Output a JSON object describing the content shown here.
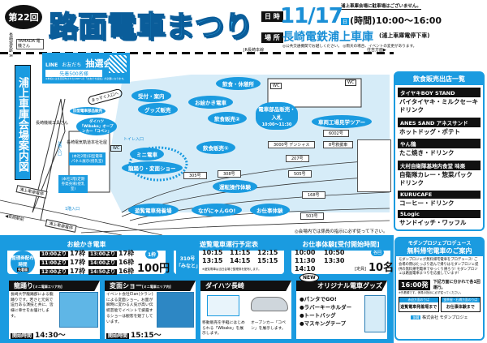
{
  "header": {
    "edition": "第22回",
    "title": "路面電車まつり",
    "side_label": "長崎電気軌道",
    "sponsor_logo": "YAMADA 電機さん",
    "parking_note": "浦上車庫会場に駐車場はございません。",
    "date_label": "日 時",
    "date": "11/17",
    "weekday": "日",
    "time": "(時間)10:00～16:00",
    "place_label": "場 所",
    "place": "長崎電鉄浦上車庫",
    "place_sub": "(浦上車庫電停下車)",
    "notes": "◎公共交通機関でお越しください。 ◎雨天の場合、イベントの変更があります。"
  },
  "map": {
    "banner": "浦上車庫会場案内図",
    "jr_line": "JR長崎本線",
    "to_sumiyoshi": "住吉方面▶",
    "to_nagasaki": "◀長崎駅前",
    "stop1": "浦上車庫電停",
    "stop2": "浦上車庫電停",
    "line": {
      "brand": "LINE",
      "sub": "お友だち",
      "title": "抽選会",
      "limit": "先着500名様",
      "note": "※参加には当日配布されたLINEへの「お友だち追加」が必要になります。"
    },
    "entrance_arrow": "まっすぐ入口へ",
    "places": {
      "reception": "受付・案内",
      "goods": "グッズ販売",
      "drawing": "お絵かき電車",
      "food_rest": "飲食・休憩所",
      "food2": "飲食販売②",
      "parts": "電車部品販売・入札",
      "parts_time": "10:00～11:30",
      "factory": "車両工場見学ツアー",
      "food1": "飲食販売①",
      "mini": "ミニ電車",
      "shows": "龍踊り・変面ショー",
      "driving": "運転操作体験",
      "tour_stop": "遊覧電車発着場",
      "naganyan": "ながにゃんGO!",
      "job": "お仕事体験",
      "old_parts": "旧型電車部品販売",
      "daihatsu": "ダイハツ「Wibako」オープンカー「コペン」",
      "toilet": "トイレ入口",
      "panel": "(本社2階)旧型電車パネル展示(授乳室)",
      "ticket": "(本社1階)定期券発売場(授乳室)",
      "entrance2": "2階入口",
      "entrance1": "1階入口",
      "wc": "WC",
      "company": "長崎電気軌道本社社屋",
      "shop": "長崎機械工具さん"
    },
    "cars": [
      "6002号",
      "3000号 デンシャス",
      "8号救援車",
      "207号",
      "505号",
      "308号",
      "168号",
      "503号",
      "305号"
    ],
    "caution": "◎会場内では係員の指示に必ず従って下さい。"
  },
  "shops": {
    "title": "飲食販売出店一覧",
    "items": [
      {
        "name": "タイヤキBOY STAND",
        "items": "バイタイヤキ・ミルクセーキ ドリンク"
      },
      {
        "name": "ANES SAND アネスサンド",
        "items": "ホットドッグ・ポテト"
      },
      {
        "name": "やん鶏",
        "items": "たこ焼き・ドリンク"
      },
      {
        "name": "大村自衛隊基地内食堂 味楽",
        "items": "自衛隊カレー・惣菜パック ドリンク"
      },
      {
        "name": "KURUCAFE",
        "items": "コーヒー・ドリンク"
      },
      {
        "name": "5Logic",
        "items": "サンドイッチ・ワッフル"
      }
    ]
  },
  "drawing": {
    "title": "お絵かき電車",
    "ticket_label": "整理券配布時間",
    "ticket_sub": "先着順",
    "slots": [
      {
        "time": "10:00より",
        "count": "17枠"
      },
      {
        "time": "11:00より",
        "count": "17枠"
      },
      {
        "time": "12:00より",
        "count": "17枠"
      },
      {
        "time": "13:00より",
        "count": "17枠"
      },
      {
        "time": "14:00より",
        "count": "16枠"
      },
      {
        "time": "14:50より",
        "count": "16枠"
      }
    ],
    "unit": "1枠",
    "price": "100円"
  },
  "tour": {
    "title": "遊覧電車運行予定表",
    "car": "310号「みなと」",
    "times": [
      "10:15",
      "11:15",
      "12:15",
      "13:15",
      "14:15",
      "15:15"
    ],
    "note": "※遊覧電車は当日会場で整理券を配布します。"
  },
  "job": {
    "title": "お仕事体験[受付開始時間]",
    "times": [
      "10:00",
      "10:50",
      "11:30",
      "13:30",
      "14:10"
    ],
    "each": "各回",
    "capacity_label": "[定員]",
    "capacity": "10名"
  },
  "modern": {
    "title1": "モダンプロジェプロデュース",
    "title2": "無料帰宅電車のご案内",
    "text": "モダンプロジェが無料帰宅電車をプロデュース! ご会場の際はたっぷり遊んで帰りはモダンプロジェ提供の無料帰宅電車でゆっくり帰ろう! モダンプロジェは路面電車まつりを応援しています!",
    "depart": "16:00発",
    "depart_note": "下記方面に分かれて各1回運行。",
    "small": "※先着順です。係員の指示に必ず従ってください。",
    "route1_head": "赤迫方面のりば",
    "route1": "遊覧電車発着場まで",
    "route2_head": "蛍茶屋・石橋方面のりば",
    "route2": "お仕事体験まで",
    "sponsor_label": "協賛",
    "sponsor": "株式会社 モダンプロジェ"
  },
  "events": [
    {
      "title": "龍踊り",
      "sub": "[ミニ電車エリア内]",
      "text": "長崎大学龍踊部による龍踊りです。若さと元気で迫力ある演技と共に、皆様に幸せをお届けします。",
      "time_label": "開始時間",
      "time": "14:30～"
    },
    {
      "title": "変面ショー",
      "sub": "[ミニ電車エリア内]",
      "text": "イベント会社Clan(クラン)による変面ショー。お面が瞬時に変わる人気が高い伝統芸能でイベントで披露するショーは観客を魅了しています。",
      "time_label": "開始時間",
      "time": "15:15～"
    },
    {
      "title": "ダイハツ長崎",
      "text1": "移動販売を手軽にはじめられる「Wibako」を展示します。",
      "text2": "オープンカー「コペン」を展示します。"
    },
    {
      "title": "オリジナル電車グッズ",
      "badge": "NEW",
      "items": [
        "●パンタでGO!",
        "●ラバーキーホルダー",
        "●トートバッグ",
        "●マスキングテープ"
      ]
    }
  ],
  "colors": {
    "accent": "#1a9be0",
    "dark": "#111111",
    "light": "#d6ecf8"
  }
}
